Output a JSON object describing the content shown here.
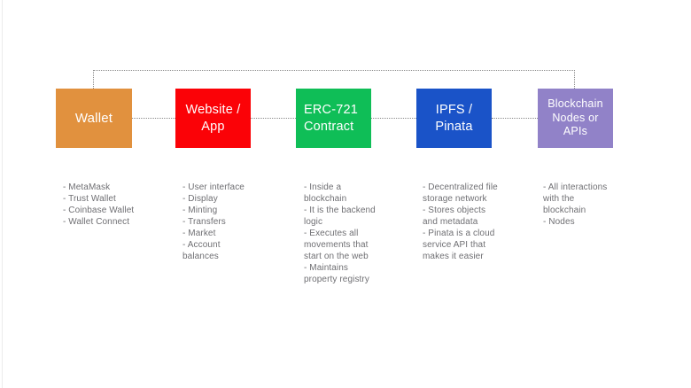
{
  "diagram": {
    "background_color": "#ffffff",
    "connector_color": "#8a8a8a",
    "list_text_color": "#6f6f73",
    "columns": [
      {
        "id": "wallet",
        "title": "Wallet",
        "color": "#E1913E",
        "items": "- MetaMask\n- Trust Wallet\n- Coinbase Wallet\n- Wallet Connect"
      },
      {
        "id": "website-app",
        "title": "Website /\nApp",
        "color": "#FB0207",
        "items": "- User interface\n- Display\n- Minting\n- Transfers\n- Market\n- Account\nbalances"
      },
      {
        "id": "erc721-contract",
        "title": "ERC-721\nContract",
        "color": "#0FBE57",
        "items": "- Inside a\nblockchain\n- It is the backend\nlogic\n- Executes all\nmovements that\nstart on the web\n- Maintains\nproperty registry"
      },
      {
        "id": "ipfs-pinata",
        "title": "IPFS /\nPinata",
        "color": "#1A53C8",
        "items": "- Decentralized file\nstorage network\n- Stores objects\nand metadata\n- Pinata is a cloud\nservice API that\nmakes it easier"
      },
      {
        "id": "blockchain-nodes",
        "title": "Blockchain\nNodes or\nAPIs",
        "color": "#9182C8",
        "items": "- All interactions\nwith the\nblockchain\n- Nodes"
      }
    ]
  }
}
